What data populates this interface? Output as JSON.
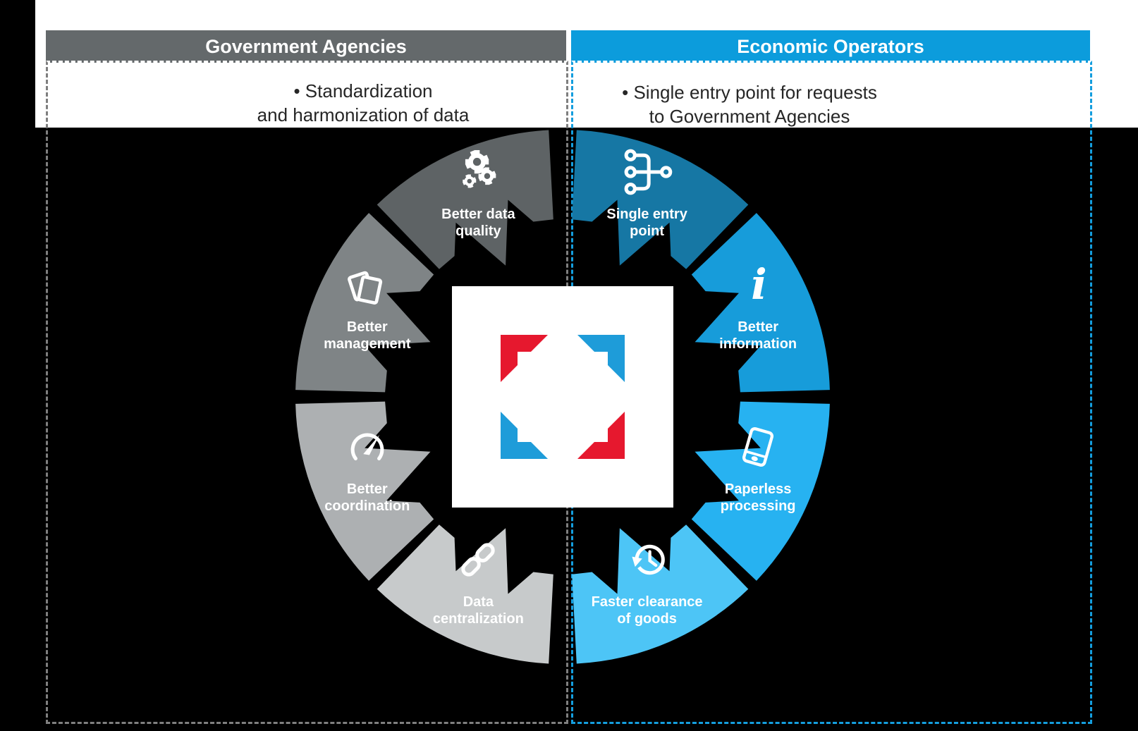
{
  "panels": {
    "left": {
      "header": "Government Agencies",
      "header_bg": "#64696b",
      "border_color": "#7f7f7f",
      "bullets": [
        "• Standardization",
        "and harmonization of data"
      ]
    },
    "right": {
      "header": "Economic Operators",
      "header_bg": "#0c9cdc",
      "border_color": "#149ede",
      "bullets": [
        "• Single entry point for requests",
        "to Government Agencies"
      ]
    }
  },
  "bullet_text_color": "#262626",
  "diagram": {
    "logo": {
      "square_bg": "#ffffff",
      "red": "#e6182e",
      "blue": "#1e9cd9"
    },
    "wedges": [
      {
        "id": "single-entry-point",
        "label": [
          "Single entry",
          "point"
        ],
        "color": "#1677a4",
        "icon": "merge-icon",
        "start": 3,
        "end": 44
      },
      {
        "id": "better-information",
        "label": [
          "Better",
          "information"
        ],
        "color": "#179cda",
        "icon": "info-icon",
        "start": 46.5,
        "end": 88.5
      },
      {
        "id": "paperless-processing",
        "label": [
          "Paperless",
          "processing"
        ],
        "color": "#27b2f1",
        "icon": "phone-icon",
        "start": 91.5,
        "end": 133.5
      },
      {
        "id": "faster-clearance-of-goods",
        "label": [
          "Faster clearance",
          "of goods"
        ],
        "color": "#4dc5f6",
        "icon": "history-icon",
        "start": 136,
        "end": 177
      },
      {
        "id": "data-centralization",
        "label": [
          "Data",
          "centralization"
        ],
        "color": "#c7cacb",
        "icon": "link-icon",
        "start": 183,
        "end": 224
      },
      {
        "id": "better-coordination",
        "label": [
          "Better",
          "coordination"
        ],
        "color": "#adb0b2",
        "icon": "gauge-icon",
        "start": 226.5,
        "end": 268.5
      },
      {
        "id": "better-management",
        "label": [
          "Better",
          "management"
        ],
        "color": "#7f8486",
        "icon": "cards-icon",
        "start": 271.5,
        "end": 313.5
      },
      {
        "id": "better-data-quality",
        "label": [
          "Better data",
          "quality"
        ],
        "color": "#5e6365",
        "icon": "gears-icon",
        "start": 316,
        "end": 357
      }
    ]
  }
}
